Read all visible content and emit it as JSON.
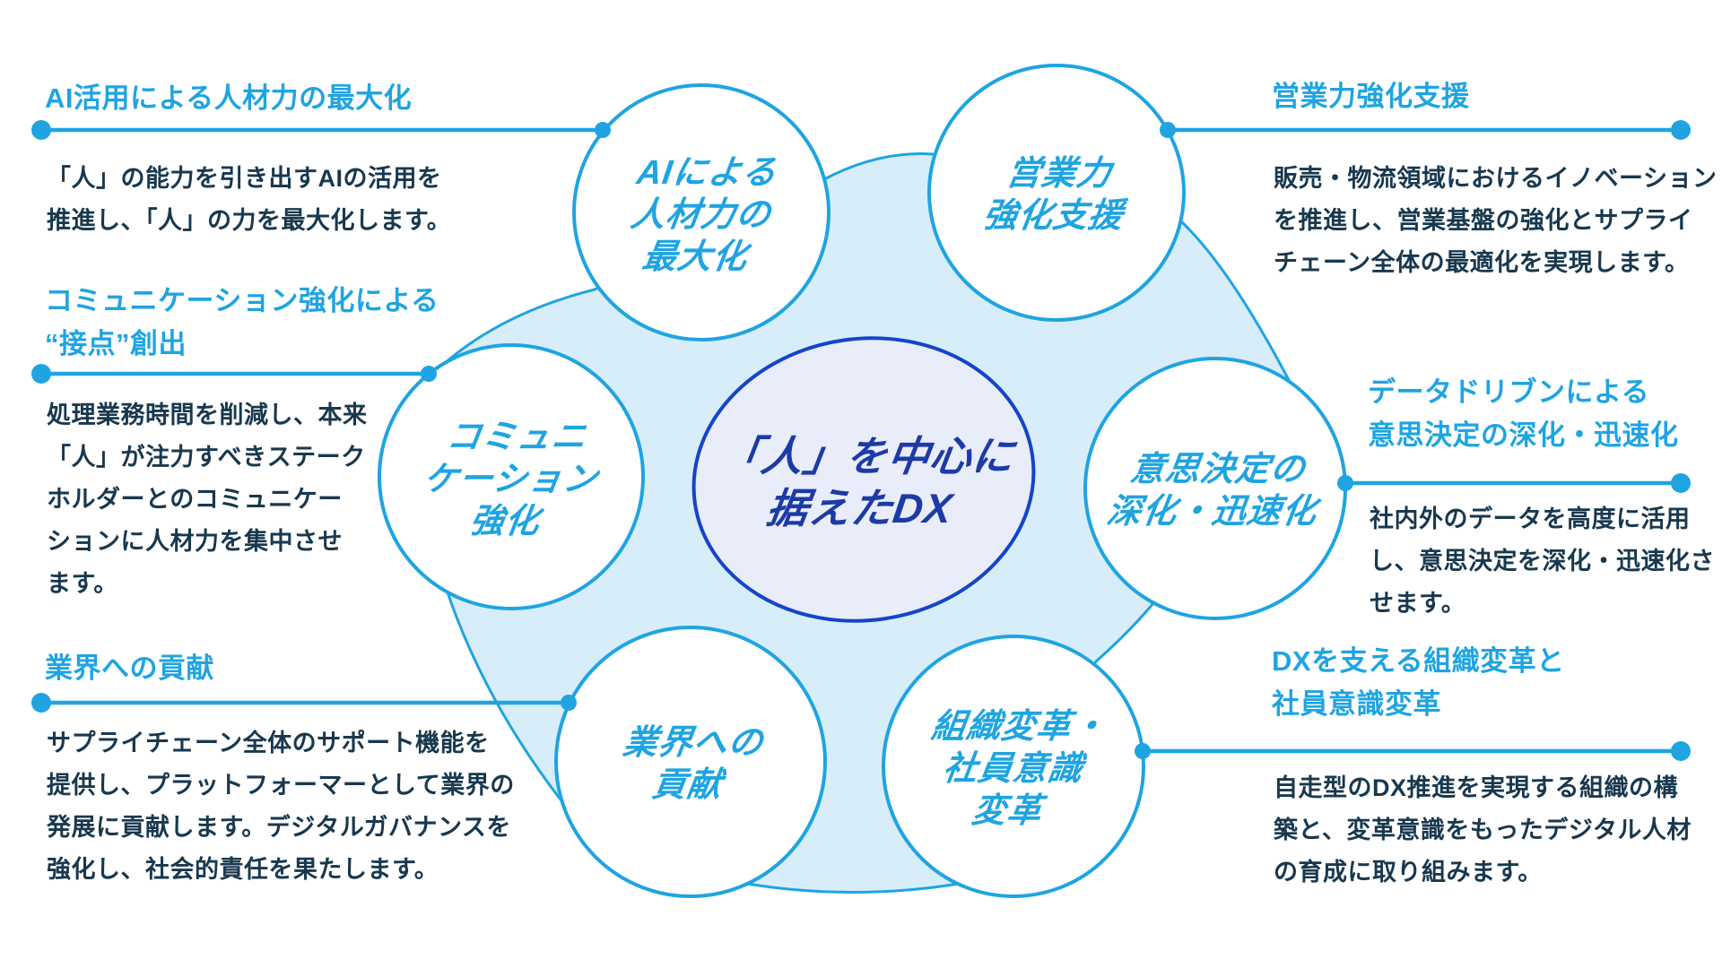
{
  "title": "「人」を中心に据えたDX",
  "colors": {
    "accent_cyan": "#1FA4E1",
    "body_text": "#18384E",
    "blob_fill": "#D7EDF9",
    "ellipse_fill": "#E9ECF9",
    "ellipse_stroke": "#1445C8",
    "ellipse_text": "#1C3BA6"
  },
  "center": {
    "lines": [
      "「人」を中心に",
      "据えたDX"
    ]
  },
  "circles": {
    "ai": {
      "lines": [
        "AIによる",
        "人材力の",
        "最大化"
      ]
    },
    "sales": {
      "lines": [
        "営業力",
        "強化支援"
      ]
    },
    "communication": {
      "lines": [
        "コミュニ",
        "ケーション",
        "強化"
      ]
    },
    "decision": {
      "lines": [
        "意思決定の",
        "深化・迅速化"
      ]
    },
    "industry": {
      "lines": [
        "業界への",
        "貢献"
      ]
    },
    "organization": {
      "lines": [
        "組織変革・",
        "社員意識",
        "変革"
      ]
    }
  },
  "blocks": {
    "ai": {
      "heading_lines": [
        "AI活用による人材力の最大化"
      ],
      "body_lines": [
        "「人」の能力を引き出すAIの活用を",
        "推進し、「人」の力を最大化します。"
      ]
    },
    "communication": {
      "heading_lines": [
        "コミュニケーション強化による",
        "“接点”創出"
      ],
      "body_lines": [
        "処理業務時間を削減し、本来",
        "「人」が注力すべきステーク",
        "ホルダーとのコミュニケー",
        "ションに人材力を集中させ",
        "ます。"
      ]
    },
    "industry": {
      "heading_lines": [
        "業界への貢献"
      ],
      "body_lines": [
        "サプライチェーン全体のサポート機能を",
        "提供し、プラットフォーマーとして業界の",
        "発展に貢献します。デジタルガバナンスを",
        "強化し、社会的責任を果たします。"
      ]
    },
    "sales": {
      "heading_lines": [
        "営業力強化支援"
      ],
      "body_lines": [
        "販売・物流領域におけるイノベーション",
        "を推進し、営業基盤の強化とサプライ",
        "チェーン全体の最適化を実現します。"
      ]
    },
    "decision": {
      "heading_lines": [
        "データドリブンによる",
        "意思決定の深化・迅速化"
      ],
      "body_lines": [
        "社内外のデータを高度に活用",
        "し、意思決定を深化・迅速化さ",
        "せます。"
      ]
    },
    "organization": {
      "heading_lines": [
        "DXを支える組織変革と",
        "社員意識変革"
      ],
      "body_lines": [
        "自走型のDX推進を実現する組織の構",
        "築と、変革意識をもったデジタル人材",
        "の育成に取り組みます。"
      ]
    }
  }
}
